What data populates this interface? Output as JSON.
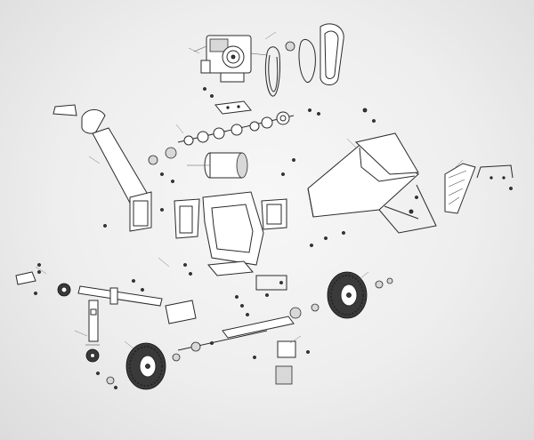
{
  "diagram": {
    "kind": "exploded-parts-view",
    "callout_labels": []
  },
  "colors": {
    "background": "#eeeeee",
    "line": "#2a2a2a",
    "part_fill": "#ffffff",
    "tire_fill": "#3a3a3a"
  },
  "parts": [
    {
      "name": "engine",
      "icon": "engine-icon"
    },
    {
      "name": "drive-belt",
      "icon": "belt-icon"
    },
    {
      "name": "belt-guard",
      "icon": "guard-icon"
    },
    {
      "name": "discharge-chute",
      "icon": "chute-icon"
    },
    {
      "name": "hopper",
      "icon": "hopper-icon"
    },
    {
      "name": "rotor-drum",
      "icon": "drum-icon"
    },
    {
      "name": "main-frame",
      "icon": "frame-icon"
    },
    {
      "name": "tow-bar",
      "icon": "towbar-icon"
    },
    {
      "name": "jack-stand",
      "icon": "jack-icon"
    },
    {
      "name": "wheel-left",
      "icon": "wheel-icon"
    },
    {
      "name": "wheel-right",
      "icon": "wheel-icon"
    },
    {
      "name": "fender",
      "icon": "fender-icon"
    },
    {
      "name": "handle",
      "icon": "handle-icon"
    }
  ]
}
